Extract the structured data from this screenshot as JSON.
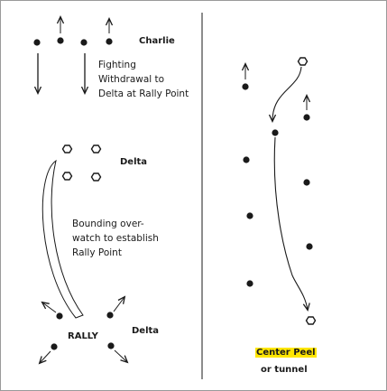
{
  "labels": {
    "charlie": "Charlie",
    "delta_top": "Delta",
    "delta_bottom": "Delta",
    "rally": "RALLY",
    "fighting_withdrawal": [
      "Fighting",
      "Withdrawal to",
      "Delta at Rally Point"
    ],
    "bounding_overwatch": [
      "Bounding over-",
      "watch to establish",
      "Rally Point"
    ],
    "center_peel": "Center Peel",
    "or_tunnel": "or tunnel"
  },
  "colors": {
    "ink": "#1a1a1a",
    "border": "#9a9a9a",
    "highlight": "#ffe600"
  },
  "icons": {
    "soldier": "filled-circle",
    "delta_position": "hexagon",
    "movement": "arrow"
  }
}
